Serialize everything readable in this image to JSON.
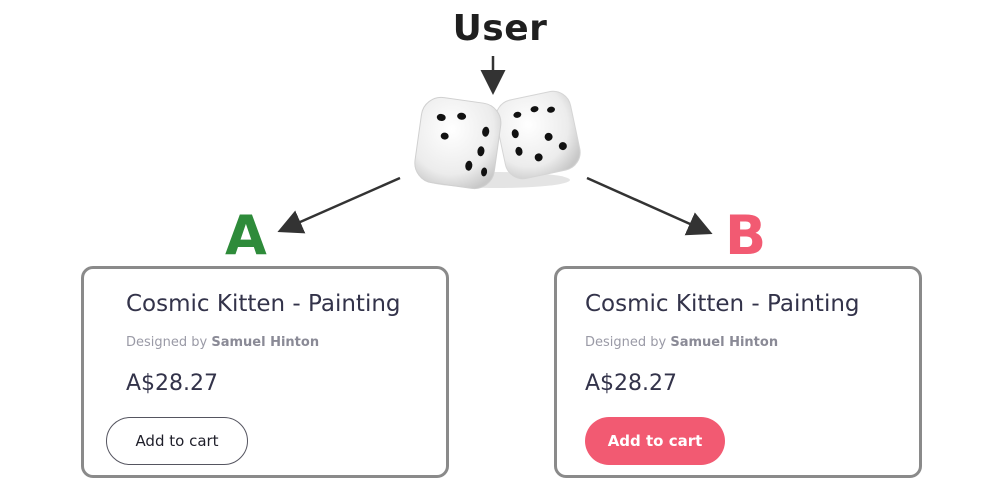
{
  "user_label": "User",
  "variants": [
    {
      "letter": "A",
      "letter_color": "#2e8b3a",
      "title": "Cosmic Kitten - Painting",
      "designed_by_prefix": "Designed by",
      "designer_name": "Samuel Hinton",
      "price": "A$28.27",
      "button_label": "Add to cart",
      "button_style": "outline"
    },
    {
      "letter": "B",
      "letter_color": "#f25a72",
      "title": "Cosmic Kitten - Painting",
      "designed_by_prefix": "Designed by",
      "designer_name": "Samuel Hinton",
      "price": "A$28.27",
      "button_label": "Add to cart",
      "button_style": "filled",
      "button_color": "#f25a72"
    }
  ],
  "center_icon": "dice-icon"
}
